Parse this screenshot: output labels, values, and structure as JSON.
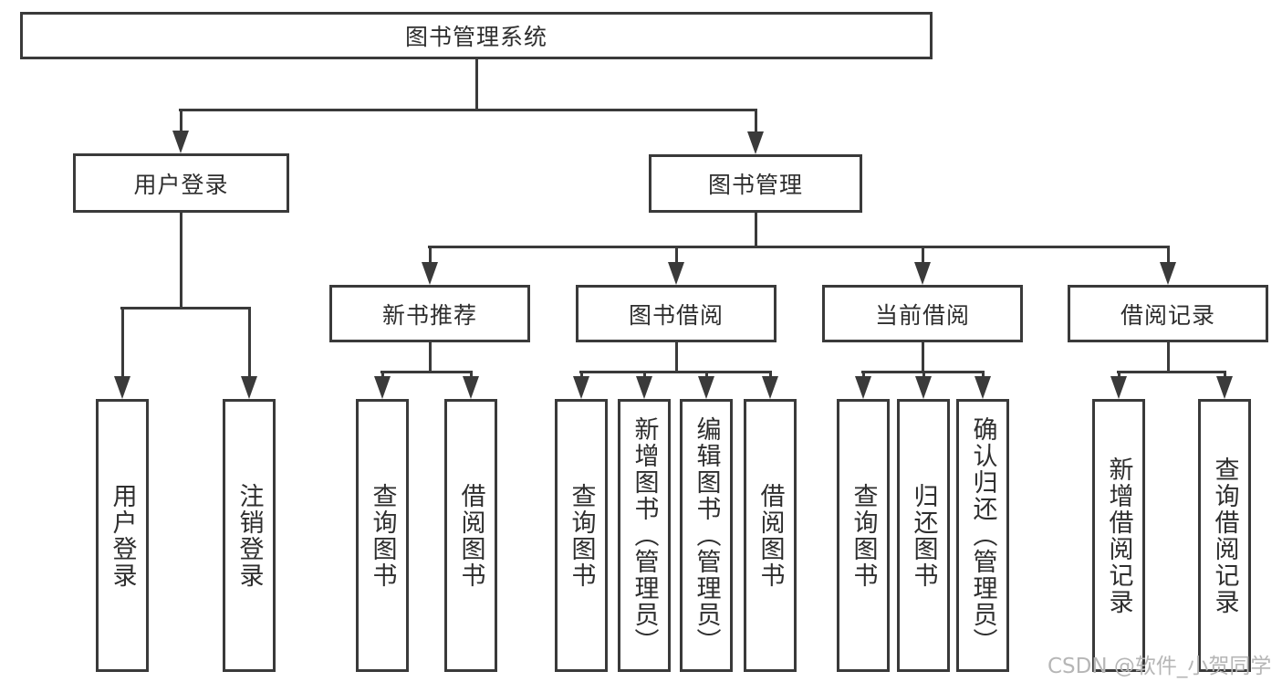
{
  "colors": {
    "line": "#3a3a3a",
    "text": "#2e2e2e",
    "watermark": "#b6b6b6",
    "background": "#ffffff"
  },
  "watermark": "CSDN @软件_小贺同学",
  "nodes": {
    "root": "图书管理系统",
    "user_login": "用户登录",
    "book_mgmt": "图书管理",
    "new_book_rec": "新书推荐",
    "book_borrow": "图书借阅",
    "current_borrow": "当前借阅",
    "borrow_records": "借阅记录",
    "leaf_user_login": "用户登录",
    "leaf_logout": "注销登录",
    "leaf_query_book_a": "查询图书",
    "leaf_borrow_book_a": "借阅图书",
    "leaf_query_book_b": "查询图书",
    "leaf_add_book_admin": "新增图书（管理员）",
    "leaf_edit_book_admin": "编辑图书（管理员）",
    "leaf_borrow_book_b": "借阅图书",
    "leaf_query_book_c": "查询图书",
    "leaf_return_book": "归还图书",
    "leaf_confirm_return_admin": "确认归还（管理员）",
    "leaf_add_borrow_record": "新增借阅记录",
    "leaf_query_borrow_record": "查询借阅记录"
  }
}
